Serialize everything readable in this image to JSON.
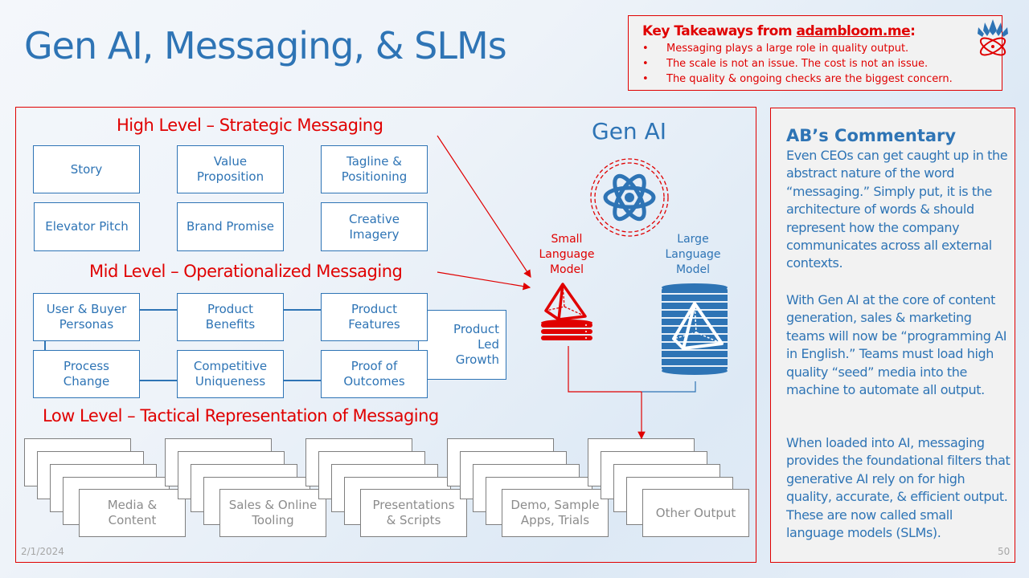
{
  "title": "Gen AI, Messaging, & SLMs",
  "takeaways": {
    "heading_prefix": "Key Takeaways from ",
    "heading_link": "adambloom.me",
    "heading_suffix": ":",
    "bullet_glyph": "•",
    "items": [
      "Messaging plays a large role in quality output.",
      "The scale is not an issue. The cost is not an issue.",
      "The quality & ongoing checks are the biggest concern."
    ],
    "logo_icon": "lotus-atom-logo-icon"
  },
  "diagram": {
    "high_level": {
      "label": "High Level – Strategic Messaging",
      "boxes": [
        "Story",
        "Value\nProposition",
        "Tagline &\nPositioning",
        "Elevator Pitch",
        "Brand Promise",
        "Creative\nImagery"
      ]
    },
    "mid_level": {
      "label": "Mid Level – Operationalized Messaging",
      "boxes": [
        "User & Buyer\nPersonas",
        "Product\nBenefits",
        "Product\nFeatures",
        "Process\nChange",
        "Competitive\nUniqueness",
        "Proof of\nOutcomes"
      ],
      "side_box": "Product\nLed\nGrowth"
    },
    "low_level": {
      "label": "Low Level – Tactical Representation of Messaging",
      "stacks": [
        "Media &\nContent",
        "Sales & Online\nTooling",
        "Presentations\n& Scripts",
        "Demo, Sample\nApps, Trials",
        "Other Output"
      ]
    },
    "gen_ai": {
      "title": "Gen AI",
      "icon": "atom-icon",
      "small_model_label": "Small\nLanguage\nModel",
      "large_model_label": "Large\nLanguage\nModel"
    }
  },
  "colors": {
    "accent_blue": "#2e74b5",
    "accent_red": "#e00000",
    "gray_text": "#8c8c8c"
  },
  "commentary": {
    "heading": "AB’s Commentary",
    "paragraphs": [
      "Even CEOs can get caught up in the abstract nature of the word “messaging.” Simply put, it is the architecture of words & should represent how the company communicates across all external contexts.",
      "With Gen AI at the core of content generation, sales & marketing teams will now be “programming AI in English.” Teams must load high quality “seed” media into the machine to automate all output.",
      "When loaded into AI, messaging provides the foundational filters that generative AI rely on for high quality, accurate, & efficient output. These are now called small language models (SLMs)."
    ]
  },
  "footer": {
    "date": "2/1/2024",
    "page_number": "50"
  }
}
